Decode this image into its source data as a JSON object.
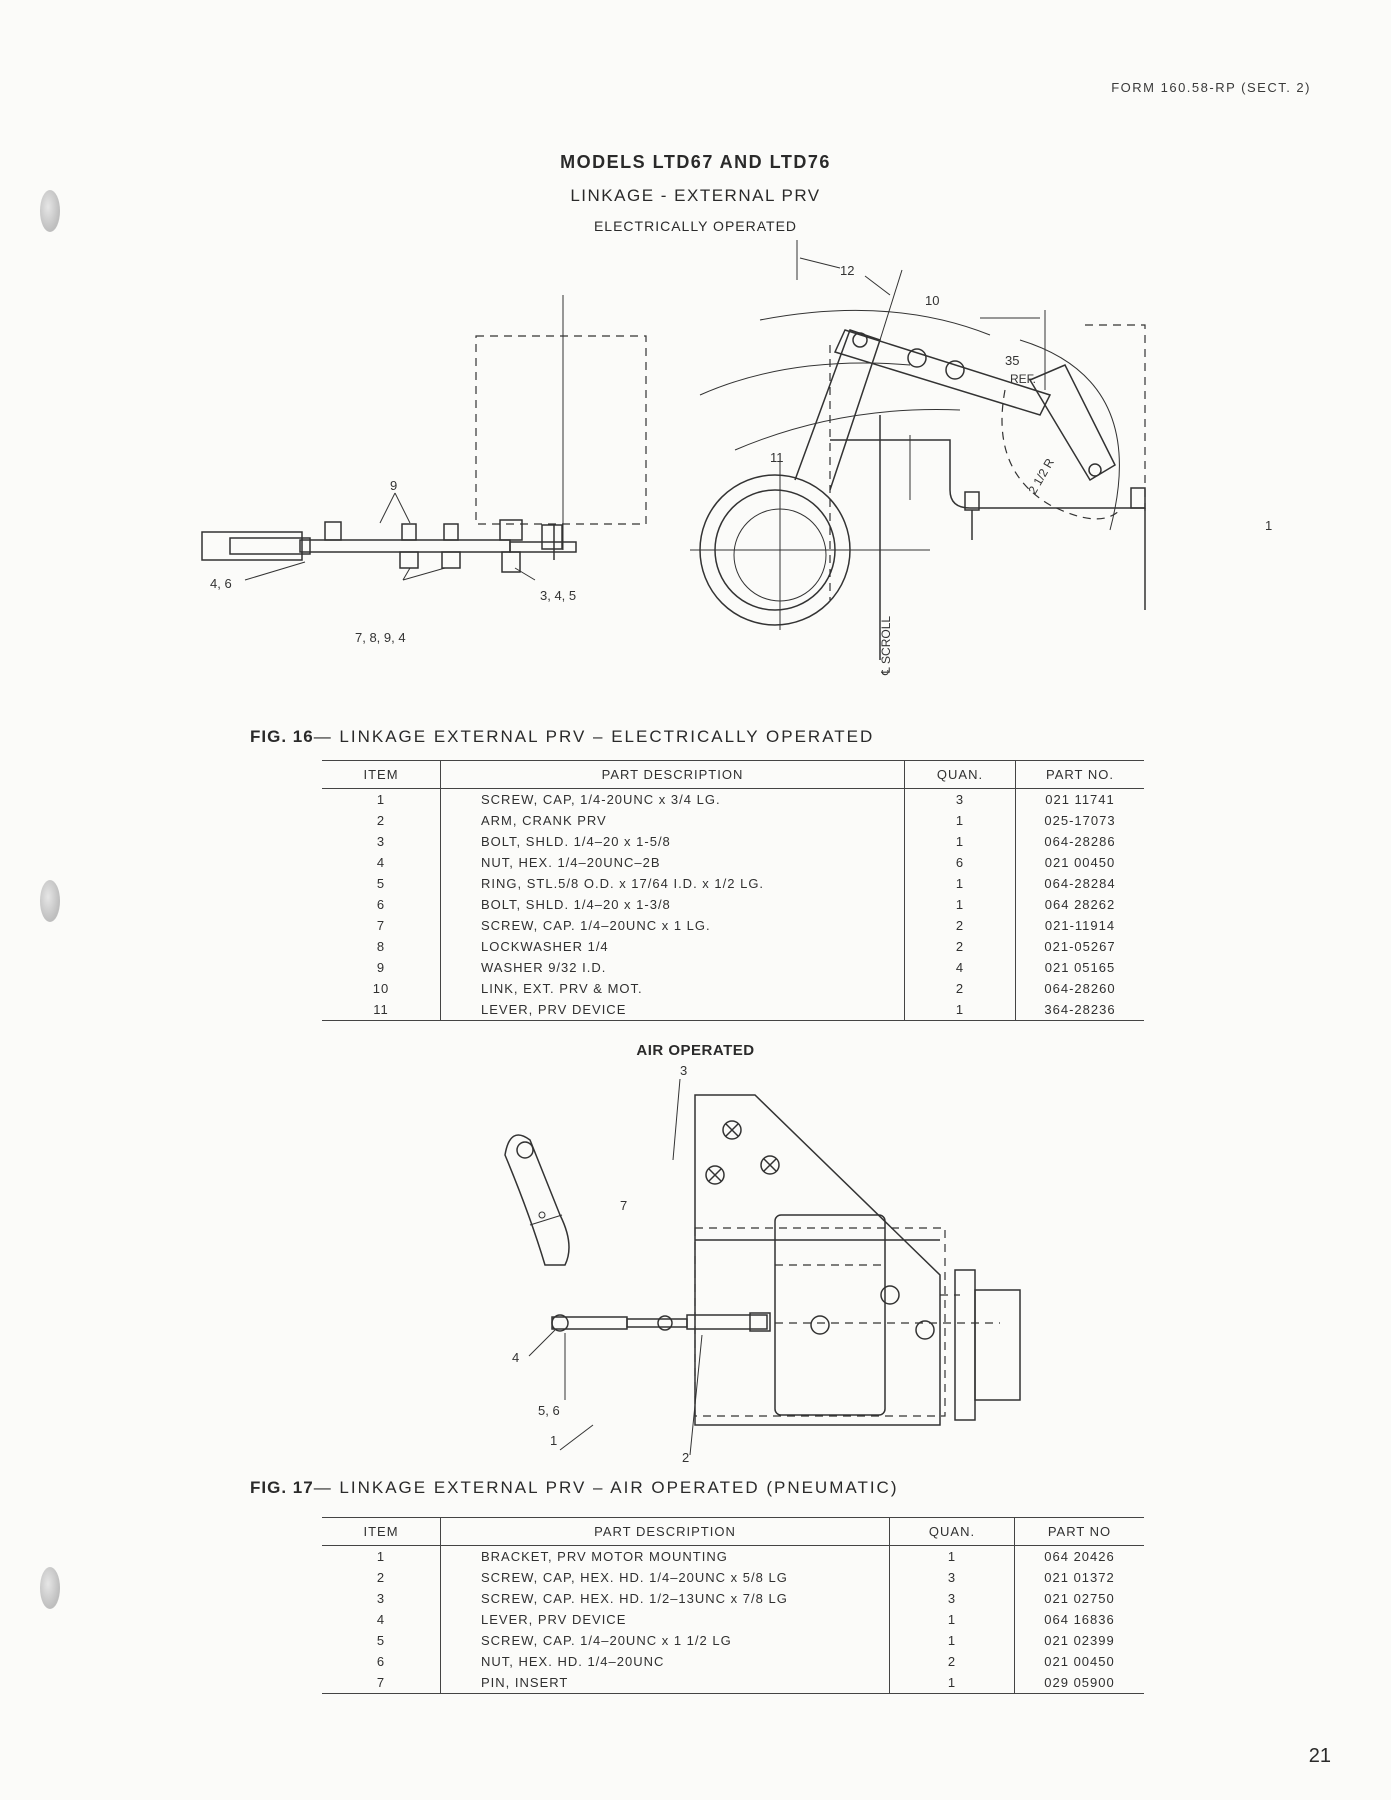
{
  "header": {
    "form_number": "FORM 160.58-RP (SECT. 2)"
  },
  "title": {
    "line1": "MODELS LTD67 AND LTD76",
    "line2": "LINKAGE - EXTERNAL PRV",
    "line3": "ELECTRICALLY OPERATED"
  },
  "fig16": {
    "callouts": {
      "c9": "9",
      "c46": "4, 6",
      "c789": "7, 8, 9, 4",
      "c345": "3, 4, 5",
      "c12": "12",
      "c10": "10",
      "c11": "11",
      "c35": "35",
      "ref": "REF.",
      "r": "2 1/2 R",
      "c1": "1",
      "scroll": "℄ SCROLL"
    },
    "caption_num": "FIG.  16",
    "caption_text": "— LINKAGE EXTERNAL PRV – ELECTRICALLY OPERATED",
    "headers": [
      "ITEM",
      "PART DESCRIPTION",
      "QUAN.",
      "PART NO."
    ],
    "rows": [
      [
        "1",
        "SCREW, CAP, 1/4-20UNC x 3/4 LG.",
        "3",
        "021 11741"
      ],
      [
        "2",
        "ARM, CRANK PRV",
        "1",
        "025-17073"
      ],
      [
        "3",
        "BOLT, SHLD. 1/4–20 x 1-5/8",
        "1",
        "064-28286"
      ],
      [
        "4",
        "NUT, HEX. 1/4–20UNC–2B",
        "6",
        "021 00450"
      ],
      [
        "5",
        "RING, STL.5/8 O.D. x 17/64 I.D. x 1/2 LG.",
        "1",
        "064-28284"
      ],
      [
        "6",
        "BOLT, SHLD. 1/4–20 x 1-3/8",
        "1",
        "064 28262"
      ],
      [
        "7",
        "SCREW, CAP. 1/4–20UNC x 1 LG.",
        "2",
        "021-11914"
      ],
      [
        "8",
        "LOCKWASHER 1/4",
        "2",
        "021-05267"
      ],
      [
        "9",
        "WASHER 9/32 I.D.",
        "4",
        "021 05165"
      ],
      [
        "10",
        "LINK, EXT. PRV & MOT.",
        "2",
        "064-28260"
      ],
      [
        "11",
        "LEVER, PRV DEVICE",
        "1",
        "364-28236"
      ]
    ]
  },
  "air_section": {
    "title": "AIR OPERATED"
  },
  "fig17": {
    "callouts": {
      "c3": "3",
      "c7": "7",
      "c4": "4",
      "c56": "5, 6",
      "c1": "1",
      "c2": "2"
    },
    "caption_num": "FIG.  17",
    "caption_text": "— LINKAGE EXTERNAL PRV – AIR OPERATED (PNEUMATIC)",
    "headers": [
      "ITEM",
      "PART DESCRIPTION",
      "QUAN.",
      "PART NO"
    ],
    "rows": [
      [
        "1",
        "BRACKET, PRV MOTOR MOUNTING",
        "1",
        "064 20426"
      ],
      [
        "2",
        "SCREW, CAP, HEX. HD. 1/4–20UNC x 5/8 LG",
        "3",
        "021 01372"
      ],
      [
        "3",
        "SCREW, CAP. HEX. HD. 1/2–13UNC x 7/8 LG",
        "3",
        "021 02750"
      ],
      [
        "4",
        "LEVER, PRV DEVICE",
        "1",
        "064 16836"
      ],
      [
        "5",
        "SCREW, CAP. 1/4–20UNC x 1 1/2 LG",
        "1",
        "021 02399"
      ],
      [
        "6",
        "NUT, HEX. HD. 1/4–20UNC",
        "2",
        "021 00450"
      ],
      [
        "7",
        "PIN, INSERT",
        "1",
        "029 05900"
      ]
    ]
  },
  "footer": {
    "page_number": "21"
  }
}
